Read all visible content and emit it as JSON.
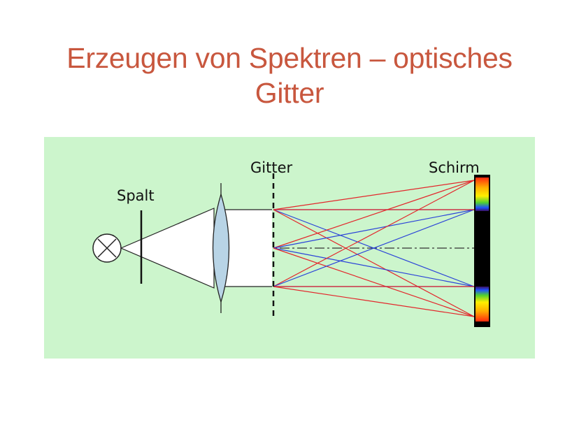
{
  "title": {
    "line1": "Erzeugen von Spektren – optisches",
    "line2": "Gitter"
  },
  "diagram": {
    "labels": {
      "slit": "Spalt",
      "grating": "Gitter",
      "screen": "Schirm"
    },
    "icons": [
      "lamp-icon",
      "lens-icon"
    ],
    "colors": {
      "title": "#c8573e",
      "background": "#ccf5cc",
      "ray_red": "#e3262b",
      "ray_blue": "#2b43d8",
      "lens_fill": "#b8d4e6",
      "screen": "#000000"
    }
  }
}
